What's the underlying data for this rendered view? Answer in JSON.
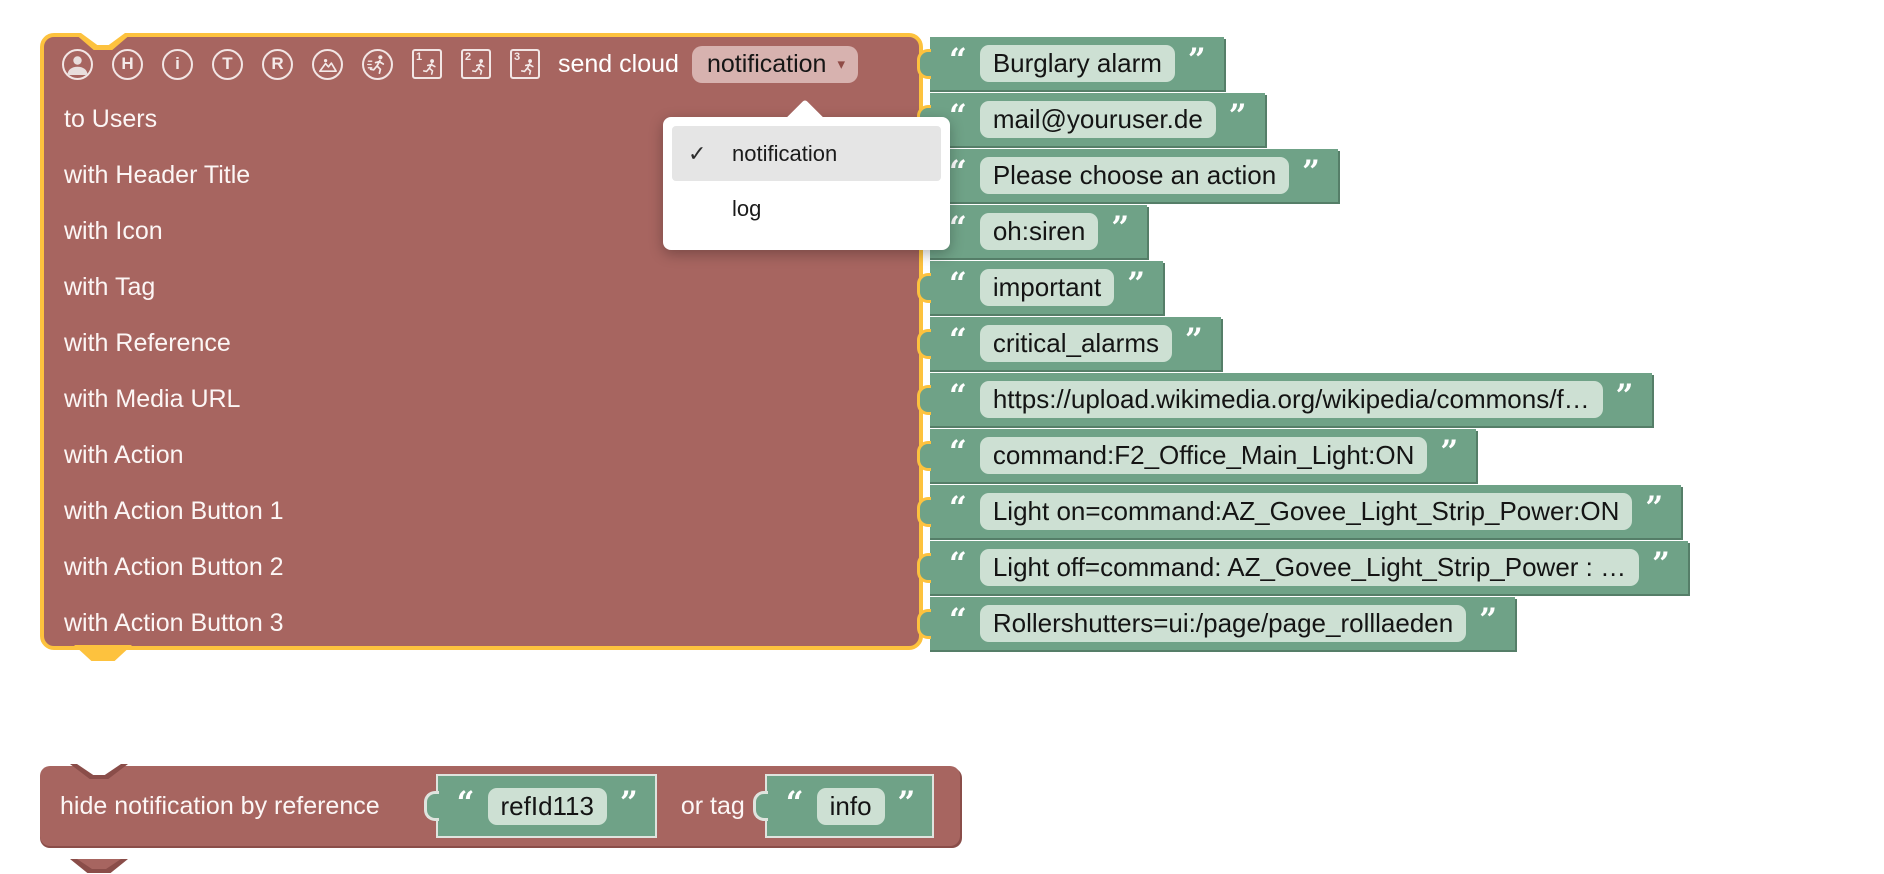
{
  "colors": {
    "block_red": "#a76560",
    "block_red_edge": "#8a4d49",
    "block_green": "#6fa287",
    "block_green_edge": "#557e68",
    "string_field_green": "#cde0d3",
    "dropdown_field_pink": "#d7b2af",
    "selection_outline_yellow": "#fdc23e",
    "menu_selected_gray": "#e5e5e5"
  },
  "send_block": {
    "icons": [
      {
        "name": "user-icon",
        "type": "person"
      },
      {
        "name": "header-title-icon",
        "glyph": "H"
      },
      {
        "name": "icon-icon",
        "glyph": "i"
      },
      {
        "name": "tag-icon",
        "glyph": "T"
      },
      {
        "name": "reference-icon",
        "glyph": "R"
      },
      {
        "name": "media-icon",
        "type": "image"
      },
      {
        "name": "action-icon",
        "type": "runner"
      },
      {
        "name": "action-button-1-icon",
        "type": "runner-square",
        "number": "1"
      },
      {
        "name": "action-button-2-icon",
        "type": "runner-square",
        "number": "2"
      },
      {
        "name": "action-button-3-icon",
        "type": "runner-square",
        "number": "3"
      }
    ],
    "title": "send cloud",
    "type_dropdown": {
      "value": "notification",
      "caret": "▾"
    },
    "message_value": "Burglary alarm",
    "params": [
      {
        "label": "to Users",
        "value": "mail@youruser.de"
      },
      {
        "label": "with Header Title",
        "value": "Please choose an action"
      },
      {
        "label": "with Icon",
        "value": "oh:siren"
      },
      {
        "label": "with Tag",
        "value": "important"
      },
      {
        "label": "with Reference",
        "value": "critical_alarms"
      },
      {
        "label": "with Media URL",
        "value": "https://upload.wikimedia.org/wikipedia/commons/f…"
      },
      {
        "label": "with Action",
        "value": "command:F2_Office_Main_Light:ON"
      },
      {
        "label": "with Action Button 1",
        "value": "Light on=command:AZ_Govee_Light_Strip_Power:ON"
      },
      {
        "label": "with Action Button 2",
        "value": "Light off=command: AZ_Govee_Light_Strip_Power : …"
      },
      {
        "label": "with Action Button 3",
        "value": "Rollershutters=ui:/page/page_rolllaeden"
      }
    ]
  },
  "dropdown_menu": {
    "checkmark": "✓",
    "items": [
      {
        "label": "notification",
        "checked": true
      },
      {
        "label": "log",
        "checked": false
      }
    ]
  },
  "hide_block": {
    "label": "hide notification by reference",
    "reference_value": "refId113",
    "or_tag_label": "or tag",
    "tag_value": "info"
  },
  "quotes": {
    "open": "“",
    "close": "”"
  }
}
